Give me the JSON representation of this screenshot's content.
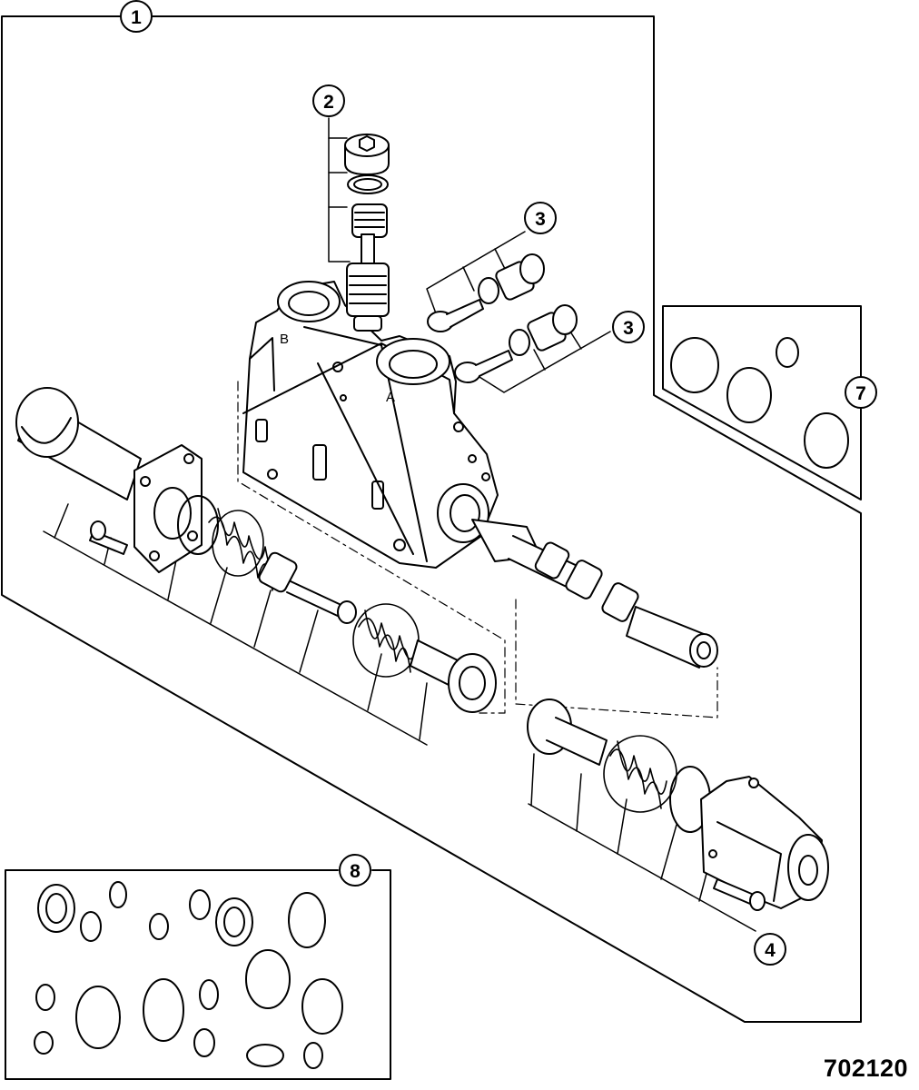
{
  "figure_number": "702120",
  "callouts": {
    "c1": "1",
    "c2": "2",
    "c3a": "3",
    "c3b": "3",
    "c4": "4",
    "c7": "7",
    "c8": "8"
  },
  "port_labels": {
    "b": "B",
    "a": "A"
  }
}
